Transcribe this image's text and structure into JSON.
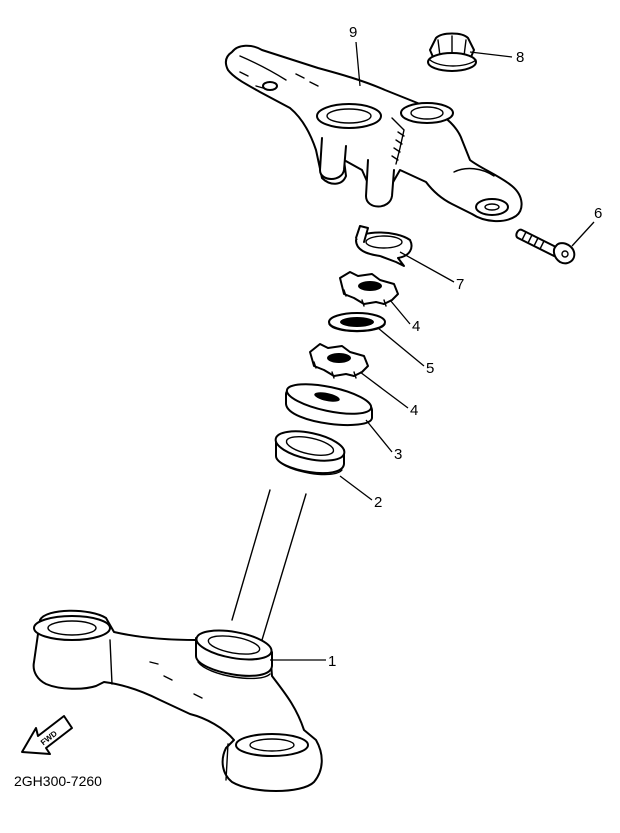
{
  "diagram": {
    "drawing_code": "2GH300-7260",
    "direction_arrow_label": "FWD",
    "callouts": [
      {
        "id": "callout-1",
        "label": "1"
      },
      {
        "id": "callout-2",
        "label": "2"
      },
      {
        "id": "callout-3",
        "label": "3"
      },
      {
        "id": "callout-4a",
        "label": "4"
      },
      {
        "id": "callout-4b",
        "label": "4"
      },
      {
        "id": "callout-5",
        "label": "5"
      },
      {
        "id": "callout-6",
        "label": "6"
      },
      {
        "id": "callout-7",
        "label": "7"
      },
      {
        "id": "callout-8",
        "label": "8"
      },
      {
        "id": "callout-9",
        "label": "9"
      }
    ]
  }
}
